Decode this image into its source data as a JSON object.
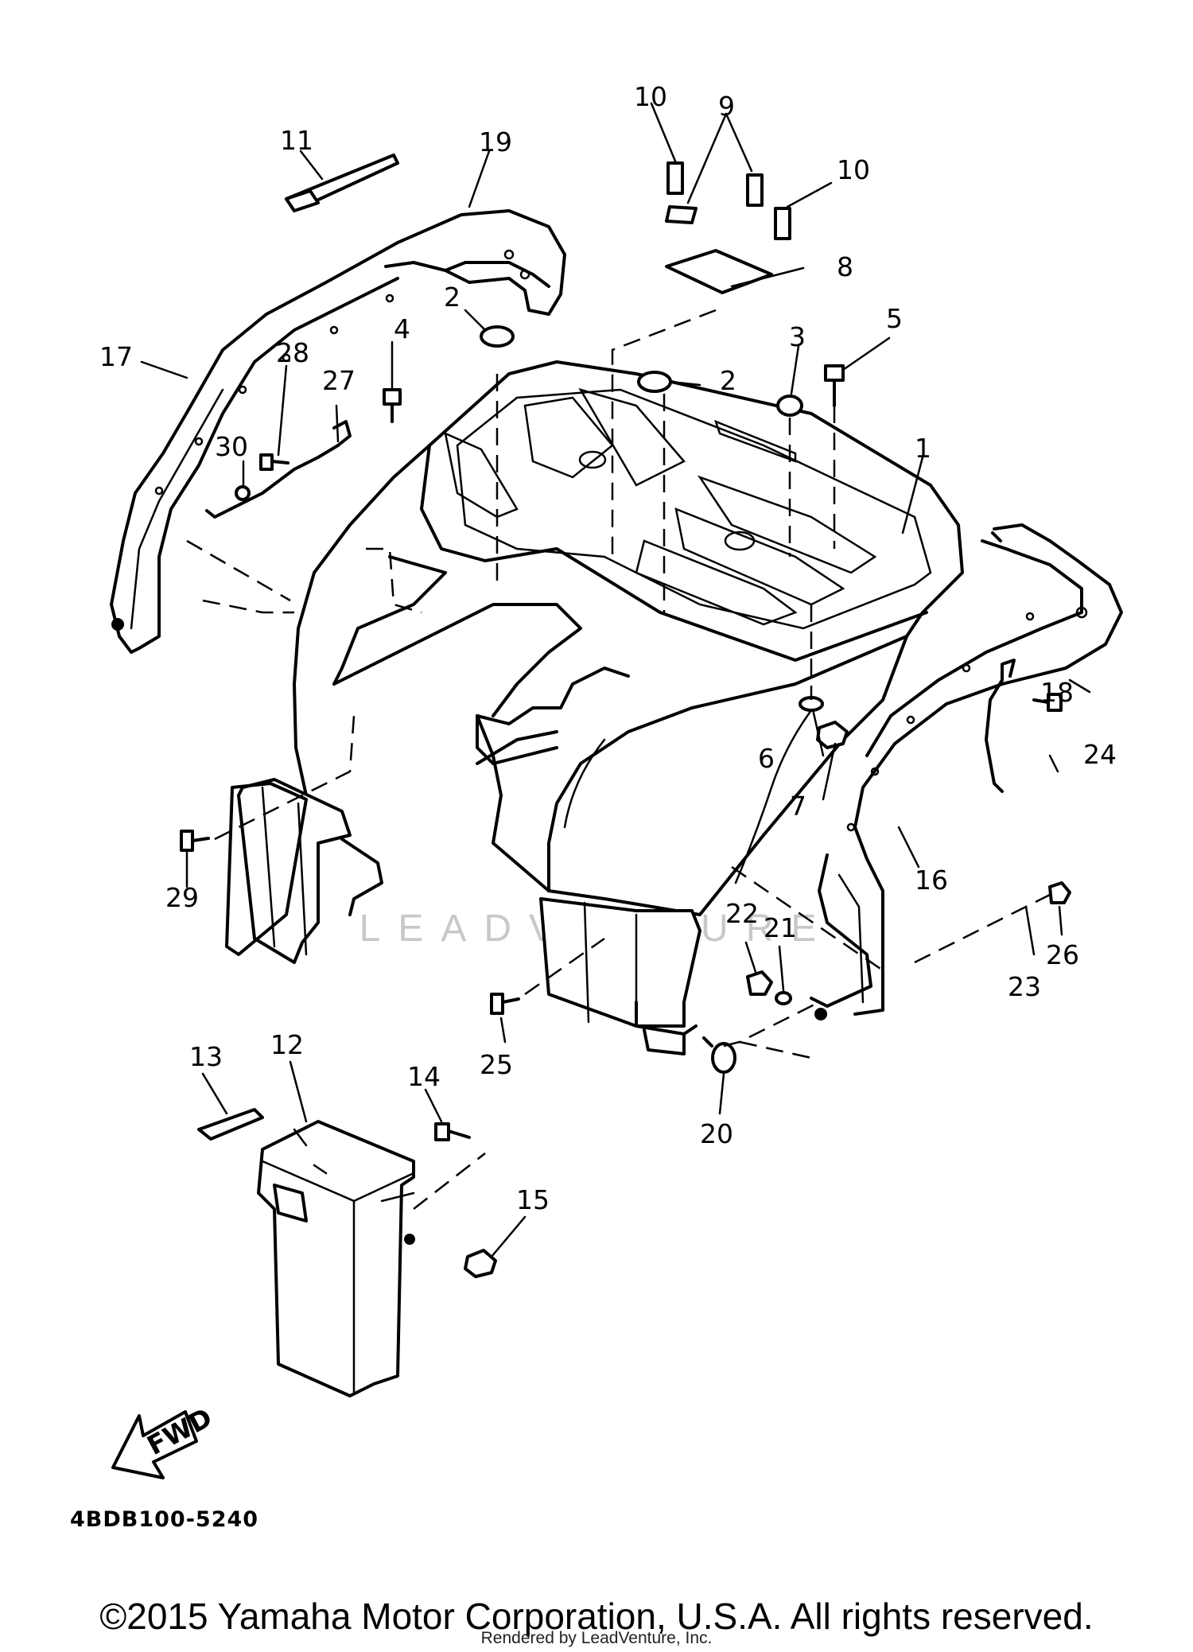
{
  "diagram": {
    "callouts": [
      "1",
      "2",
      "2",
      "3",
      "4",
      "5",
      "6",
      "7",
      "8",
      "9",
      "10",
      "10",
      "11",
      "12",
      "13",
      "14",
      "15",
      "16",
      "17",
      "18",
      "19",
      "20",
      "21",
      "22",
      "23",
      "24",
      "25",
      "26",
      "27",
      "28",
      "29",
      "30"
    ],
    "fwd_label": "FWD",
    "part_code": "4BDB100-5240",
    "watermark": "LEADVENTURE"
  },
  "footer": {
    "copyright": "©2015 Yamaha Motor Corporation, U.S.A. All rights reserved.",
    "rendered_by": "Rendered by LeadVenture, Inc."
  }
}
